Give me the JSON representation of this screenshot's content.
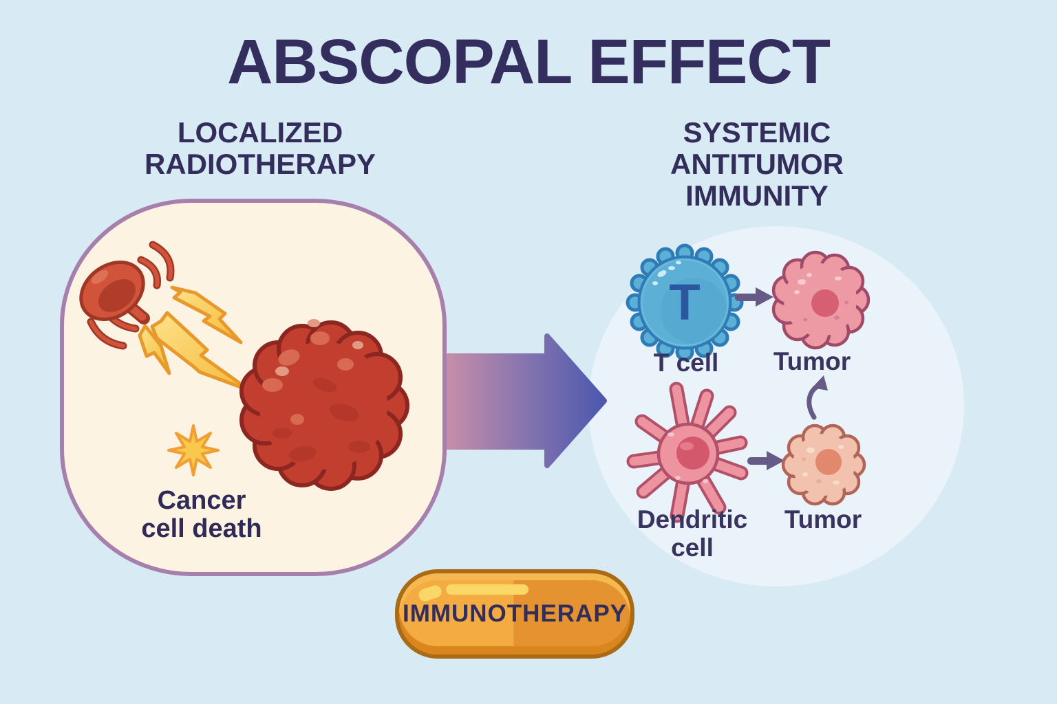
{
  "title": "ABSCOPAL EFFECT",
  "left_panel": {
    "heading": "LOCALIZED\nRADIOTHERAPY",
    "caption": "Cancer\ncell death",
    "icons": [
      "radiotherapy-beam-icon",
      "lightning-bolt-icon",
      "burst-icon",
      "tumor-mass-icon"
    ]
  },
  "right_panel": {
    "heading": "SYSTEMIC\nANTITUMOR\nIMMUNITY",
    "t_cell": {
      "label": "T cell",
      "letter": "T"
    },
    "tumor_top": {
      "label": "Tumor"
    },
    "dendritic_cell": {
      "label": "Dendritic\ncell"
    },
    "tumor_bottom": {
      "label": "Tumor"
    }
  },
  "pill": {
    "label": "IMMUNOTHERAPY"
  },
  "colors": {
    "background": "#d8eaf3",
    "title_text": "#342e5f",
    "label_text": "#393360",
    "left_blob_fill": "#fcf3e3",
    "left_blob_border": "#a77fad",
    "right_blob_fill": "#eaf3f9",
    "tumor_red_fill": "#c23e2e",
    "tumor_red_border": "#8c2620",
    "device_red": "#d0533a",
    "device_outline": "#9e3726",
    "bolt_yellow": "#f9c84c",
    "bolt_outline": "#e8992b",
    "arrow_gradient_start": "#e498a8",
    "arrow_gradient_end": "#4c58ae",
    "t_cell_fill": "#5cb0d6",
    "t_cell_border": "#2e7cb7",
    "t_letter": "#2b56a0",
    "tumor_pink_fill": "#ee9aa5",
    "tumor_pink_border": "#a04a6a",
    "dendritic_fill": "#ee93a0",
    "dendritic_border": "#b25069",
    "tumor_peach_fill": "#f3c2ae",
    "tumor_peach_border": "#b06556",
    "small_arrow": "#655b86",
    "pill_orange_left": "#f4ab42",
    "pill_orange_right": "#e59330",
    "pill_border": "#aa6b17",
    "pill_text": "#322d59"
  }
}
